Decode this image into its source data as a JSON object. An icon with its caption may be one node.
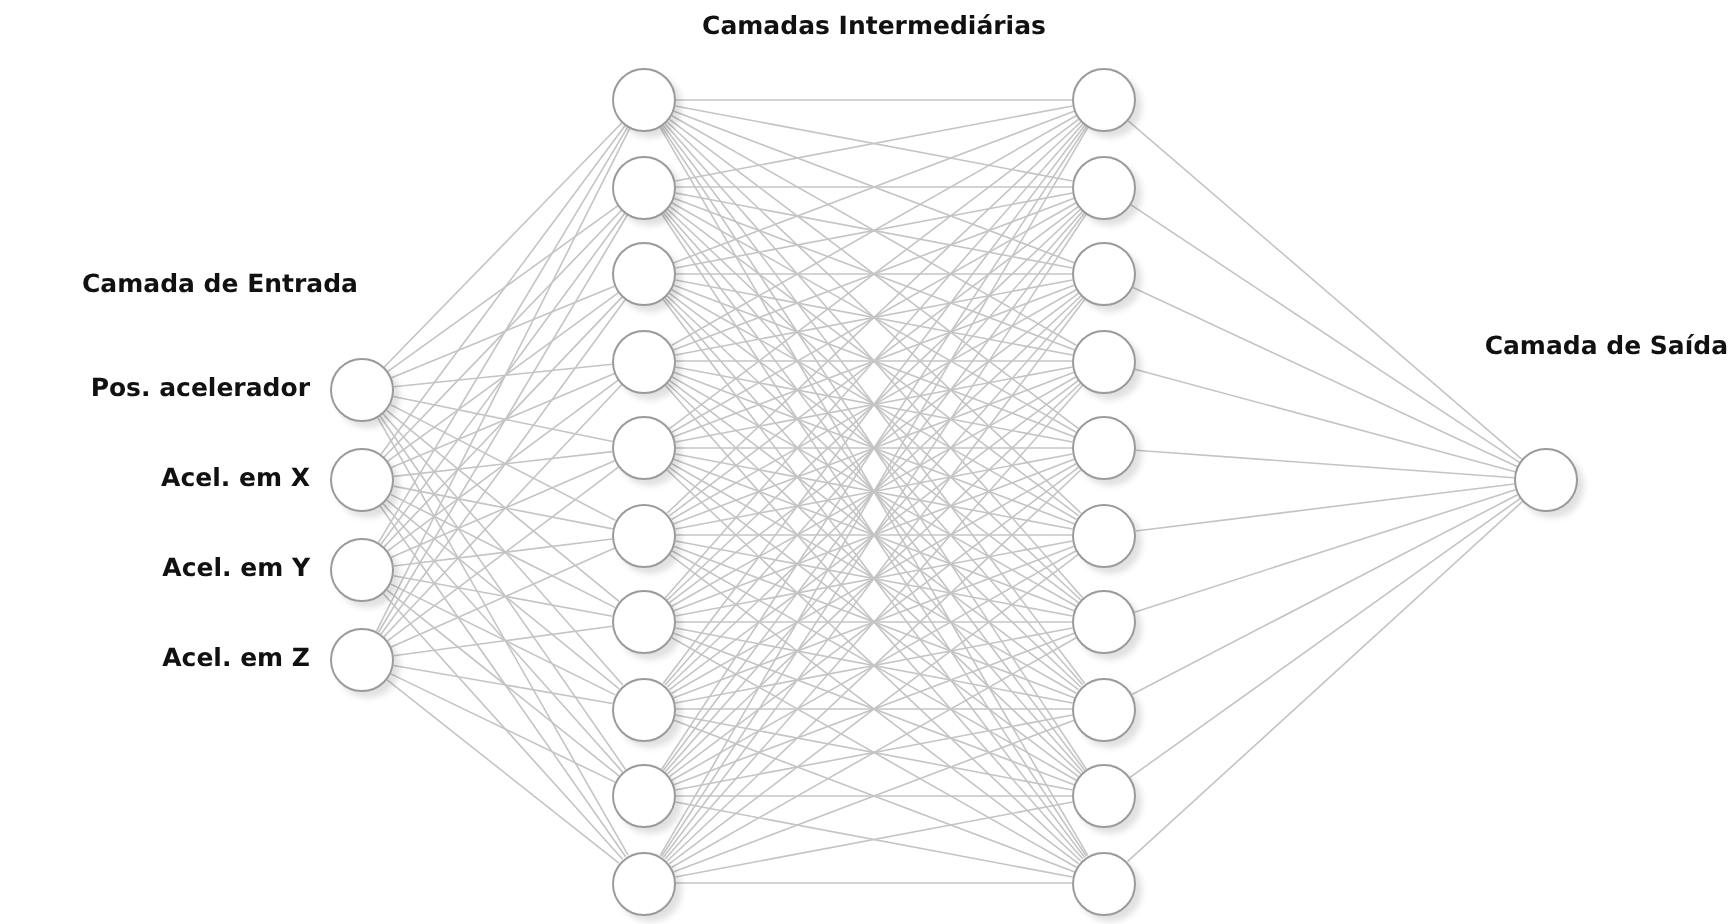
{
  "diagram": {
    "nodes": [
      {
        "text": [],
        "shape": "circle",
        "beside": [
          "Pos. acelerador"
        ]
      },
      {
        "text": [],
        "shape": "circle",
        "beside": [
          "Acel. em X"
        ]
      },
      {
        "text": [],
        "shape": "circle",
        "beside": [
          "Acel. em Y"
        ]
      },
      {
        "text": [],
        "shape": "circle",
        "beside": [
          "Acel. em Z"
        ]
      },
      {
        "text": [],
        "shape": "circle"
      },
      {
        "text": [],
        "shape": "circle"
      },
      {
        "text": [],
        "shape": "circle"
      },
      {
        "text": [],
        "shape": "circle"
      },
      {
        "text": [],
        "shape": "circle"
      },
      {
        "text": [],
        "shape": "circle"
      },
      {
        "text": [],
        "shape": "circle"
      },
      {
        "text": [],
        "shape": "circle"
      },
      {
        "text": [],
        "shape": "circle"
      },
      {
        "text": [],
        "shape": "circle"
      },
      {
        "text": [],
        "shape": "circle"
      },
      {
        "text": [],
        "shape": "circle"
      },
      {
        "text": [],
        "shape": "circle"
      },
      {
        "text": [],
        "shape": "circle"
      },
      {
        "text": [],
        "shape": "circle"
      },
      {
        "text": [],
        "shape": "circle"
      },
      {
        "text": [],
        "shape": "circle"
      },
      {
        "text": [],
        "shape": "circle"
      },
      {
        "text": [],
        "shape": "circle"
      },
      {
        "text": [],
        "shape": "circle"
      },
      {
        "text": [],
        "shape": "circle"
      }
    ],
    "edges": [
      {
        "from": 0,
        "to": 4,
        "arrow": "none"
      },
      {
        "from": 0,
        "to": 5,
        "arrow": "none"
      },
      {
        "from": 0,
        "to": 6,
        "arrow": "none"
      },
      {
        "from": 0,
        "to": 7,
        "arrow": "none"
      },
      {
        "from": 0,
        "to": 8,
        "arrow": "none"
      },
      {
        "from": 0,
        "to": 9,
        "arrow": "none"
      },
      {
        "from": 0,
        "to": 10,
        "arrow": "none"
      },
      {
        "from": 0,
        "to": 11,
        "arrow": "none"
      },
      {
        "from": 0,
        "to": 12,
        "arrow": "none"
      },
      {
        "from": 0,
        "to": 13,
        "arrow": "none"
      },
      {
        "from": 1,
        "to": 4,
        "arrow": "none"
      },
      {
        "from": 1,
        "to": 5,
        "arrow": "none"
      },
      {
        "from": 1,
        "to": 6,
        "arrow": "none"
      },
      {
        "from": 1,
        "to": 7,
        "arrow": "none"
      },
      {
        "from": 1,
        "to": 8,
        "arrow": "none"
      },
      {
        "from": 1,
        "to": 9,
        "arrow": "none"
      },
      {
        "from": 1,
        "to": 10,
        "arrow": "none"
      },
      {
        "from": 1,
        "to": 11,
        "arrow": "none"
      },
      {
        "from": 1,
        "to": 12,
        "arrow": "none"
      },
      {
        "from": 1,
        "to": 13,
        "arrow": "none"
      },
      {
        "from": 2,
        "to": 4,
        "arrow": "none"
      },
      {
        "from": 2,
        "to": 5,
        "arrow": "none"
      },
      {
        "from": 2,
        "to": 6,
        "arrow": "none"
      },
      {
        "from": 2,
        "to": 7,
        "arrow": "none"
      },
      {
        "from": 2,
        "to": 8,
        "arrow": "none"
      },
      {
        "from": 2,
        "to": 9,
        "arrow": "none"
      },
      {
        "from": 2,
        "to": 10,
        "arrow": "none"
      },
      {
        "from": 2,
        "to": 11,
        "arrow": "none"
      },
      {
        "from": 2,
        "to": 12,
        "arrow": "none"
      },
      {
        "from": 2,
        "to": 13,
        "arrow": "none"
      },
      {
        "from": 3,
        "to": 4,
        "arrow": "none"
      },
      {
        "from": 3,
        "to": 5,
        "arrow": "none"
      },
      {
        "from": 3,
        "to": 6,
        "arrow": "none"
      },
      {
        "from": 3,
        "to": 7,
        "arrow": "none"
      },
      {
        "from": 3,
        "to": 8,
        "arrow": "none"
      },
      {
        "from": 3,
        "to": 9,
        "arrow": "none"
      },
      {
        "from": 3,
        "to": 10,
        "arrow": "none"
      },
      {
        "from": 3,
        "to": 11,
        "arrow": "none"
      },
      {
        "from": 3,
        "to": 12,
        "arrow": "none"
      },
      {
        "from": 3,
        "to": 13,
        "arrow": "none"
      },
      {
        "from": 4,
        "to": 14,
        "arrow": "none"
      },
      {
        "from": 4,
        "to": 15,
        "arrow": "none"
      },
      {
        "from": 4,
        "to": 16,
        "arrow": "none"
      },
      {
        "from": 4,
        "to": 17,
        "arrow": "none"
      },
      {
        "from": 4,
        "to": 18,
        "arrow": "none"
      },
      {
        "from": 4,
        "to": 19,
        "arrow": "none"
      },
      {
        "from": 4,
        "to": 20,
        "arrow": "none"
      },
      {
        "from": 4,
        "to": 21,
        "arrow": "none"
      },
      {
        "from": 4,
        "to": 22,
        "arrow": "none"
      },
      {
        "from": 4,
        "to": 23,
        "arrow": "none"
      },
      {
        "from": 5,
        "to": 14,
        "arrow": "none"
      },
      {
        "from": 5,
        "to": 15,
        "arrow": "none"
      },
      {
        "from": 5,
        "to": 16,
        "arrow": "none"
      },
      {
        "from": 5,
        "to": 17,
        "arrow": "none"
      },
      {
        "from": 5,
        "to": 18,
        "arrow": "none"
      },
      {
        "from": 5,
        "to": 19,
        "arrow": "none"
      },
      {
        "from": 5,
        "to": 20,
        "arrow": "none"
      },
      {
        "from": 5,
        "to": 21,
        "arrow": "none"
      },
      {
        "from": 5,
        "to": 22,
        "arrow": "none"
      },
      {
        "from": 5,
        "to": 23,
        "arrow": "none"
      },
      {
        "from": 6,
        "to": 14,
        "arrow": "none"
      },
      {
        "from": 6,
        "to": 15,
        "arrow": "none"
      },
      {
        "from": 6,
        "to": 16,
        "arrow": "none"
      },
      {
        "from": 6,
        "to": 17,
        "arrow": "none"
      },
      {
        "from": 6,
        "to": 18,
        "arrow": "none"
      },
      {
        "from": 6,
        "to": 19,
        "arrow": "none"
      },
      {
        "from": 6,
        "to": 20,
        "arrow": "none"
      },
      {
        "from": 6,
        "to": 21,
        "arrow": "none"
      },
      {
        "from": 6,
        "to": 22,
        "arrow": "none"
      },
      {
        "from": 6,
        "to": 23,
        "arrow": "none"
      },
      {
        "from": 7,
        "to": 14,
        "arrow": "none"
      },
      {
        "from": 7,
        "to": 15,
        "arrow": "none"
      },
      {
        "from": 7,
        "to": 16,
        "arrow": "none"
      },
      {
        "from": 7,
        "to": 17,
        "arrow": "none"
      },
      {
        "from": 7,
        "to": 18,
        "arrow": "none"
      },
      {
        "from": 7,
        "to": 19,
        "arrow": "none"
      },
      {
        "from": 7,
        "to": 20,
        "arrow": "none"
      },
      {
        "from": 7,
        "to": 21,
        "arrow": "none"
      },
      {
        "from": 7,
        "to": 22,
        "arrow": "none"
      },
      {
        "from": 7,
        "to": 23,
        "arrow": "none"
      },
      {
        "from": 8,
        "to": 14,
        "arrow": "none"
      },
      {
        "from": 8,
        "to": 15,
        "arrow": "none"
      },
      {
        "from": 8,
        "to": 16,
        "arrow": "none"
      },
      {
        "from": 8,
        "to": 17,
        "arrow": "none"
      },
      {
        "from": 8,
        "to": 18,
        "arrow": "none"
      },
      {
        "from": 8,
        "to": 19,
        "arrow": "none"
      },
      {
        "from": 8,
        "to": 20,
        "arrow": "none"
      },
      {
        "from": 8,
        "to": 21,
        "arrow": "none"
      },
      {
        "from": 8,
        "to": 22,
        "arrow": "none"
      },
      {
        "from": 8,
        "to": 23,
        "arrow": "none"
      },
      {
        "from": 9,
        "to": 14,
        "arrow": "none"
      },
      {
        "from": 9,
        "to": 15,
        "arrow": "none"
      },
      {
        "from": 9,
        "to": 16,
        "arrow": "none"
      },
      {
        "from": 9,
        "to": 17,
        "arrow": "none"
      },
      {
        "from": 9,
        "to": 18,
        "arrow": "none"
      },
      {
        "from": 9,
        "to": 19,
        "arrow": "none"
      },
      {
        "from": 9,
        "to": 20,
        "arrow": "none"
      },
      {
        "from": 9,
        "to": 21,
        "arrow": "none"
      },
      {
        "from": 9,
        "to": 22,
        "arrow": "none"
      },
      {
        "from": 9,
        "to": 23,
        "arrow": "none"
      },
      {
        "from": 10,
        "to": 14,
        "arrow": "none"
      },
      {
        "from": 10,
        "to": 15,
        "arrow": "none"
      },
      {
        "from": 10,
        "to": 16,
        "arrow": "none"
      },
      {
        "from": 10,
        "to": 17,
        "arrow": "none"
      },
      {
        "from": 10,
        "to": 18,
        "arrow": "none"
      },
      {
        "from": 10,
        "to": 19,
        "arrow": "none"
      },
      {
        "from": 10,
        "to": 20,
        "arrow": "none"
      },
      {
        "from": 10,
        "to": 21,
        "arrow": "none"
      },
      {
        "from": 10,
        "to": 22,
        "arrow": "none"
      },
      {
        "from": 10,
        "to": 23,
        "arrow": "none"
      },
      {
        "from": 11,
        "to": 14,
        "arrow": "none"
      },
      {
        "from": 11,
        "to": 15,
        "arrow": "none"
      },
      {
        "from": 11,
        "to": 16,
        "arrow": "none"
      },
      {
        "from": 11,
        "to": 17,
        "arrow": "none"
      },
      {
        "from": 11,
        "to": 18,
        "arrow": "none"
      },
      {
        "from": 11,
        "to": 19,
        "arrow": "none"
      },
      {
        "from": 11,
        "to": 20,
        "arrow": "none"
      },
      {
        "from": 11,
        "to": 21,
        "arrow": "none"
      },
      {
        "from": 11,
        "to": 22,
        "arrow": "none"
      },
      {
        "from": 11,
        "to": 23,
        "arrow": "none"
      },
      {
        "from": 12,
        "to": 14,
        "arrow": "none"
      },
      {
        "from": 12,
        "to": 15,
        "arrow": "none"
      },
      {
        "from": 12,
        "to": 16,
        "arrow": "none"
      },
      {
        "from": 12,
        "to": 17,
        "arrow": "none"
      },
      {
        "from": 12,
        "to": 18,
        "arrow": "none"
      },
      {
        "from": 12,
        "to": 19,
        "arrow": "none"
      },
      {
        "from": 12,
        "to": 20,
        "arrow": "none"
      },
      {
        "from": 12,
        "to": 21,
        "arrow": "none"
      },
      {
        "from": 12,
        "to": 22,
        "arrow": "none"
      },
      {
        "from": 12,
        "to": 23,
        "arrow": "none"
      },
      {
        "from": 13,
        "to": 14,
        "arrow": "none"
      },
      {
        "from": 13,
        "to": 15,
        "arrow": "none"
      },
      {
        "from": 13,
        "to": 16,
        "arrow": "none"
      },
      {
        "from": 13,
        "to": 17,
        "arrow": "none"
      },
      {
        "from": 13,
        "to": 18,
        "arrow": "none"
      },
      {
        "from": 13,
        "to": 19,
        "arrow": "none"
      },
      {
        "from": 13,
        "to": 20,
        "arrow": "none"
      },
      {
        "from": 13,
        "to": 21,
        "arrow": "none"
      },
      {
        "from": 13,
        "to": 22,
        "arrow": "none"
      },
      {
        "from": 13,
        "to": 23,
        "arrow": "none"
      },
      {
        "from": 14,
        "to": 24,
        "arrow": "none"
      },
      {
        "from": 15,
        "to": 24,
        "arrow": "none"
      },
      {
        "from": 16,
        "to": 24,
        "arrow": "none"
      },
      {
        "from": 17,
        "to": 24,
        "arrow": "none"
      },
      {
        "from": 18,
        "to": 24,
        "arrow": "none"
      },
      {
        "from": 19,
        "to": 24,
        "arrow": "none"
      },
      {
        "from": 20,
        "to": 24,
        "arrow": "none"
      },
      {
        "from": 21,
        "to": 24,
        "arrow": "none"
      },
      {
        "from": 22,
        "to": 24,
        "arrow": "none"
      },
      {
        "from": 23,
        "to": 24,
        "arrow": "none"
      }
    ],
    "labels": [
      "Camadas Intermediárias",
      "Camada de Entrada",
      "Camada de Saída"
    ]
  }
}
